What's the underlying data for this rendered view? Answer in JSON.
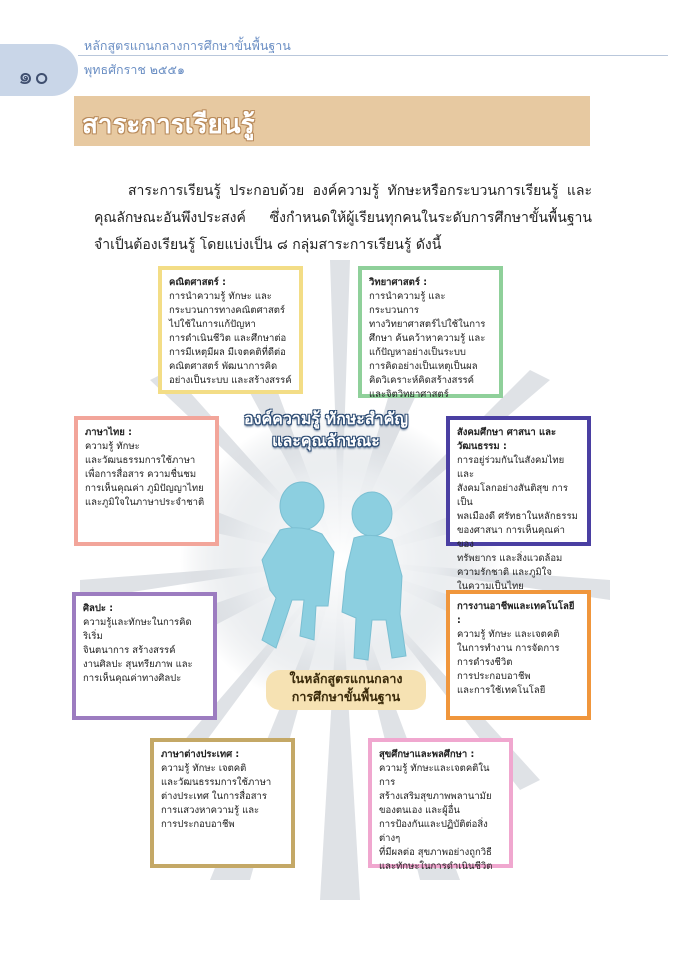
{
  "header": {
    "page_number": "๑๐",
    "running_title": "หลักสูตรแกนกลางการศึกษาขั้นพื้นฐาน",
    "running_year": "พุทธศักราช ๒๕๕๑"
  },
  "section": {
    "title": "สาระการเรียนรู้"
  },
  "intro": {
    "text": "สาระการเรียนรู้ ประกอบด้วย องค์ความรู้ ทักษะหรือกระบวนการเรียนรู้ และคุณลักษณะอันพึงประสงค์ ซึ่งกำหนดให้ผู้เรียนทุกคนในระดับการศึกษาขั้นพื้นฐานจำเป็นต้องเรียนรู้ โดยแบ่งเป็น ๘ กลุ่มสาระการเรียนรู้ ดังนี้"
  },
  "diagram": {
    "center_title_line1": "องค์ความรู้ ทักษะสำคัญ",
    "center_title_line2": "และคุณลักษณะ",
    "center_sub_line1": "ในหลักสูตรแกนกลาง",
    "center_sub_line2": "การศึกษาขั้นพื้นฐาน",
    "boxes": {
      "math": {
        "title": "คณิตศาสตร์ :",
        "lines": [
          "การนำความรู้ ทักษะ และ",
          "กระบวนการทางคณิตศาสตร์",
          "ไปใช้ในการแก้ปัญหา",
          "การดำเนินชีวิต และศึกษาต่อ",
          "การมีเหตุมีผล มีเจตคติที่ดีต่อ",
          "คณิตศาสตร์ พัฒนาการคิด",
          "อย่างเป็นระบบ และสร้างสรรค์"
        ]
      },
      "science": {
        "title": "วิทยาศาสตร์ :",
        "lines": [
          "การนำความรู้ และกระบวนการ",
          "ทางวิทยาศาสตร์ไปใช้ในการ",
          "ศึกษา ค้นคว้าหาความรู้ และ",
          "แก้ปัญหาอย่างเป็นระบบ",
          "การคิดอย่างเป็นเหตุเป็นผล",
          "คิดวิเคราะห์คิดสร้างสรรค์",
          "และจิตวิทยาศาสตร์"
        ]
      },
      "thai": {
        "title": "ภาษาไทย :",
        "lines": [
          "ความรู้ ทักษะ",
          "และวัฒนธรรมการใช้ภาษา",
          "เพื่อการสื่อสาร ความชื่นชม",
          "การเห็นคุณค่า ภูมิปัญญาไทย",
          "และภูมิใจในภาษาประจำชาติ"
        ]
      },
      "social": {
        "title": "สังคมศึกษา ศาสนา และวัฒนธรรม :",
        "lines": [
          "การอยู่ร่วมกันในสังคมไทย และ",
          "สังคมโลกอย่างสันติสุข การเป็น",
          "พลเมืองดี ศรัทธาในหลักธรรม",
          "ของศาสนา การเห็นคุณค่าของ",
          "ทรัพยากร และสิ่งแวดล้อม",
          "ความรักชาติ และภูมิใจ",
          "ในความเป็นไทย"
        ]
      },
      "art": {
        "title": "ศิลปะ :",
        "lines": [
          "ความรู้และทักษะในการคิดริเริ่ม",
          "จินตนาการ สร้างสรรค์",
          "งานศิลปะ สุนทรียภาพ และ",
          "การเห็นคุณค่าทางศิลปะ"
        ]
      },
      "career": {
        "title": "การงานอาชีพและเทคโนโลยี :",
        "lines": [
          "ความรู้ ทักษะ และเจตคติ",
          "ในการทำงาน การจัดการ",
          "การดำรงชีวิต",
          "การประกอบอาชีพ",
          "และการใช้เทคโนโลยี"
        ]
      },
      "foreign": {
        "title": "ภาษาต่างประเทศ :",
        "lines": [
          "ความรู้ ทักษะ เจตคติ",
          "และวัฒนธรรมการใช้ภาษา",
          "ต่างประเทศ ในการสื่อสาร",
          "การแสวงหาความรู้ และ",
          "การประกอบอาชีพ"
        ]
      },
      "health": {
        "title": "สุขศึกษาและพลศึกษา :",
        "lines": [
          "ความรู้ ทักษะและเจตคติในการ",
          "สร้างเสริมสุขภาพพลานามัย",
          "ของตนเอง และผู้อื่น",
          "การป้องกันและปฏิบัติต่อสิ่งต่างๆ",
          "ที่มีผลต่อ สุขภาพอย่างถูกวิธี",
          "และทักษะในการดำเนินชีวิต"
        ]
      }
    }
  },
  "colors": {
    "banner": "#e7c9a1",
    "math_border": "#f3dd86",
    "science_border": "#8fd09a",
    "thai_border": "#f2a59a",
    "social_border": "#4a3fa2",
    "art_border": "#9c7cc0",
    "career_border": "#f0963c",
    "foreign_border": "#c4a866",
    "health_border": "#f0a7cf",
    "figures": "#8ccfe0"
  }
}
